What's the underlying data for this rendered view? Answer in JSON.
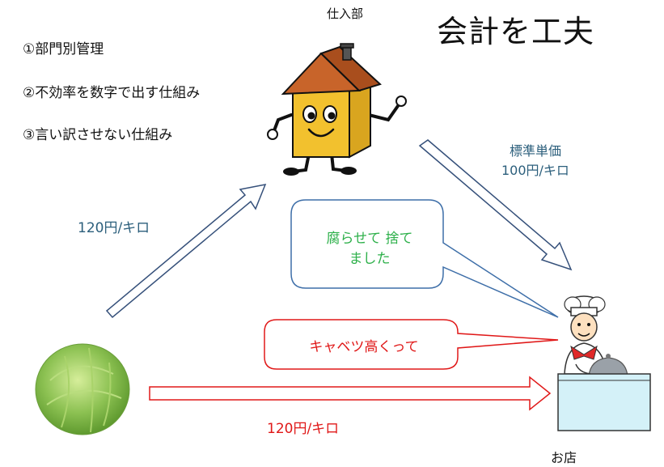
{
  "title": "会計を工夫",
  "list": [
    "①部門別管理",
    "②不効率を数字で出す仕組み",
    "③言い訳させない仕組み"
  ],
  "labels": {
    "purchasing": "仕入部",
    "shop": "お店",
    "standard_price_line1": "標準単価",
    "standard_price_line2": "100円/キロ",
    "left_price": "120円/キロ",
    "bottom_price": "120円/キロ"
  },
  "bubbles": {
    "purchasing_line1": "腐らせて 捨て",
    "purchasing_line2": "ました",
    "shop": "キャベツ高くって"
  },
  "colors": {
    "blue_text": "#2c5f7c",
    "red": "#e01818",
    "green_text": "#2db04a",
    "bubble_blue_border": "#3d6ea8",
    "arrow_blue": "#35507a",
    "house_wall": "#f2c12e",
    "house_roof": "#c8642a",
    "cabbage": "#8cc152",
    "counter": "#d4f1f8"
  }
}
